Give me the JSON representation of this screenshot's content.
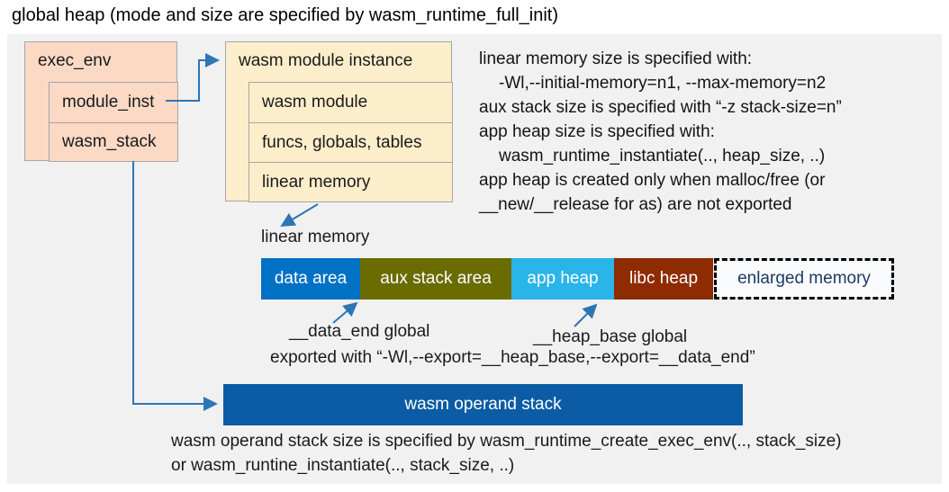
{
  "title": "global heap (mode and size are specified by wasm_runtime_full_init)",
  "colors": {
    "panel_bg": "#f1f1f1",
    "exec_env_fill": "#fbd9c5",
    "module_inst_fill": "#fdeecb",
    "box_border": "#a6a6a6",
    "arrow": "#2e75b6",
    "operand_stack_fill": "#0b5ca4",
    "enlarged_text": "#1f3a63"
  },
  "exec_env": {
    "title": "exec_env",
    "rows": [
      "module_inst",
      "wasm_stack"
    ]
  },
  "module_instance": {
    "title": "wasm module instance",
    "rows": [
      "wasm module",
      "funcs, globals, tables",
      "linear memory"
    ]
  },
  "notes": {
    "lines": [
      "linear memory size is specified with:",
      "-Wl,--initial-memory=n1, --max-memory=n2",
      "aux stack size is specified with “-z stack-size=n”",
      "app heap size is specified with:",
      "wasm_runtime_instantiate(.., heap_size, ..)",
      "app heap is created only when malloc/free (or",
      "__new/__release for as) are not exported"
    ]
  },
  "linear_memory": {
    "label": "linear memory",
    "segments": [
      {
        "label": "data area",
        "color": "#0071c5"
      },
      {
        "label": "aux stack area",
        "color": "#6a6c00"
      },
      {
        "label": "app heap",
        "color": "#29b5e8"
      },
      {
        "label": "libc heap",
        "color": "#8e2b00"
      }
    ],
    "enlarged_label": "enlarged memory"
  },
  "annotations": {
    "data_end": "__data_end global",
    "heap_base": "__heap_base global",
    "exported": "exported with “-Wl,--export=__heap_base,--export=__data_end”"
  },
  "operand_stack": {
    "label": "wasm operand stack",
    "note_line1": "wasm operand stack size is specified by wasm_runtime_create_exec_env(.., stack_size)",
    "note_line2": "or wasm_runtine_instantiate(.., stack_size, ..)"
  }
}
